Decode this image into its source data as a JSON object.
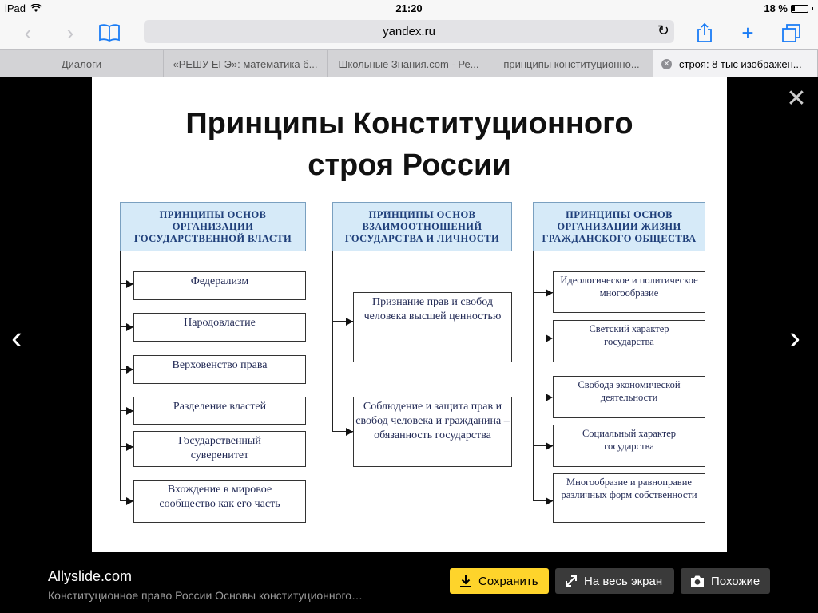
{
  "statusbar": {
    "device": "iPad",
    "time": "21:20",
    "battery": "18 %"
  },
  "toolbar": {
    "url": "yandex.ru"
  },
  "tabs": [
    {
      "label": "Диалоги"
    },
    {
      "label": "«РЕШУ ЕГЭ»: математика б..."
    },
    {
      "label": "Школьные Знания.com - Ре..."
    },
    {
      "label": "принципы конституционно..."
    },
    {
      "label": "строя: 8 тыс изображен..."
    }
  ],
  "slide": {
    "title_line1": "Принципы Конституционного",
    "title_line2": "строя России",
    "columns": [
      {
        "header": "ПРИНЦИПЫ ОСНОВ ОРГАНИЗАЦИИ ГОСУДАРСТВЕННОЙ ВЛАСТИ",
        "items": [
          "Федерализм",
          "Народовластие",
          "Верховенство права",
          "Разделение властей",
          "Государственный суверенитет",
          "Вхождение в мировое сообщество как его часть"
        ]
      },
      {
        "header": "ПРИНЦИПЫ ОСНОВ ВЗАИМООТНОШЕНИЙ ГОСУДАРСТВА И ЛИЧНОСТИ",
        "items": [
          "Признание прав и свобод человека высшей ценностью",
          "Соблюдение и защита прав и свобод человека и гражданина – обязанность государства"
        ]
      },
      {
        "header": "ПРИНЦИПЫ ОСНОВ ОРГАНИЗАЦИИ ЖИЗНИ ГРАЖДАНСКОГО ОБЩЕСТВА",
        "items": [
          "Идеологическое и политическое многообразие",
          "Светский характер государства",
          "Свобода экономической деятельности",
          "Социальный характер государства",
          "Многообразие и равноправие различных форм собственности"
        ]
      }
    ]
  },
  "bottom": {
    "source": "Allyslide.com",
    "description": "Конституционное право России Основы конституционного…",
    "save_label": "Сохранить",
    "fullscreen_label": "На весь экран",
    "similar_label": "Похожие"
  }
}
